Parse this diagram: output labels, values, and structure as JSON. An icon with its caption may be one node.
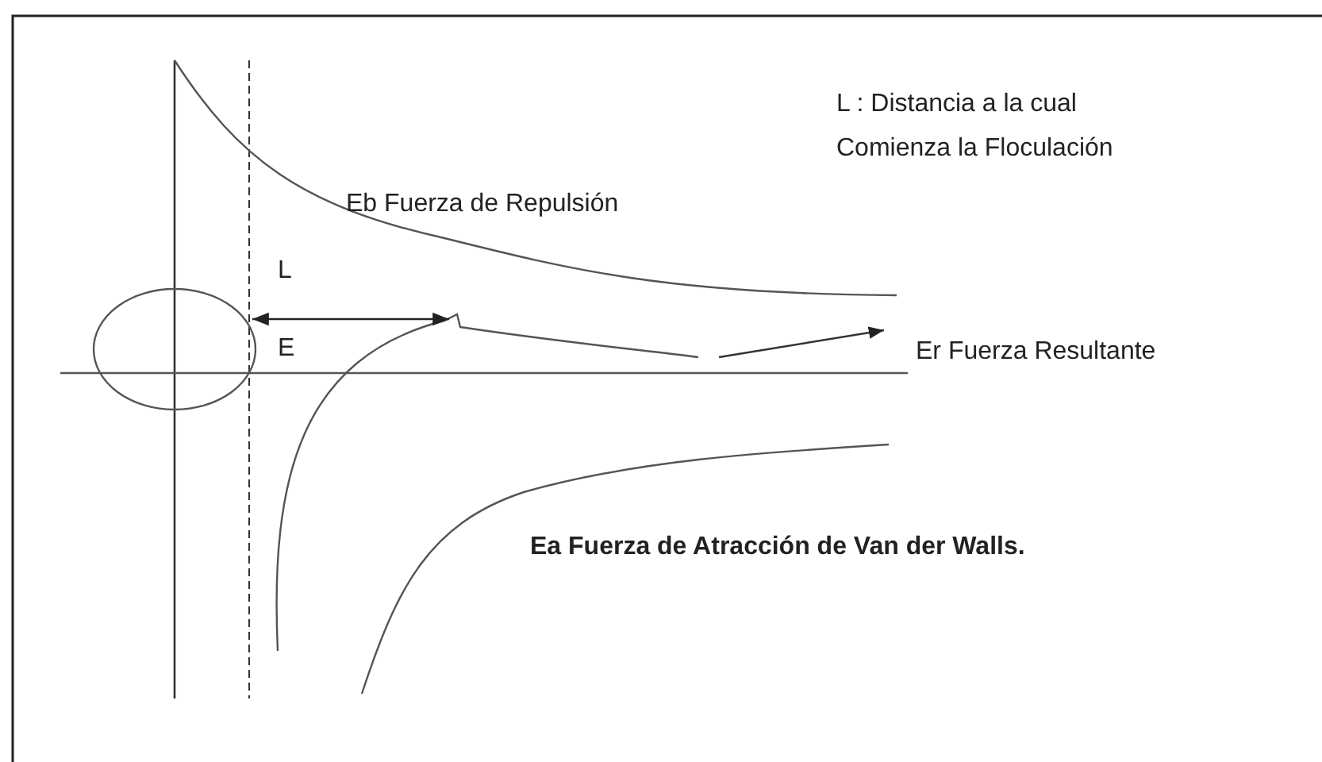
{
  "diagram": {
    "labels": [
      "L : Distancia a la cual Comienza la Floculación",
      "Eb Fuerza de Repulsión",
      "L",
      "E",
      "Er Fuerza Resultante",
      "Ea Fuerza de Atracción de Van der Walls."
    ]
  }
}
